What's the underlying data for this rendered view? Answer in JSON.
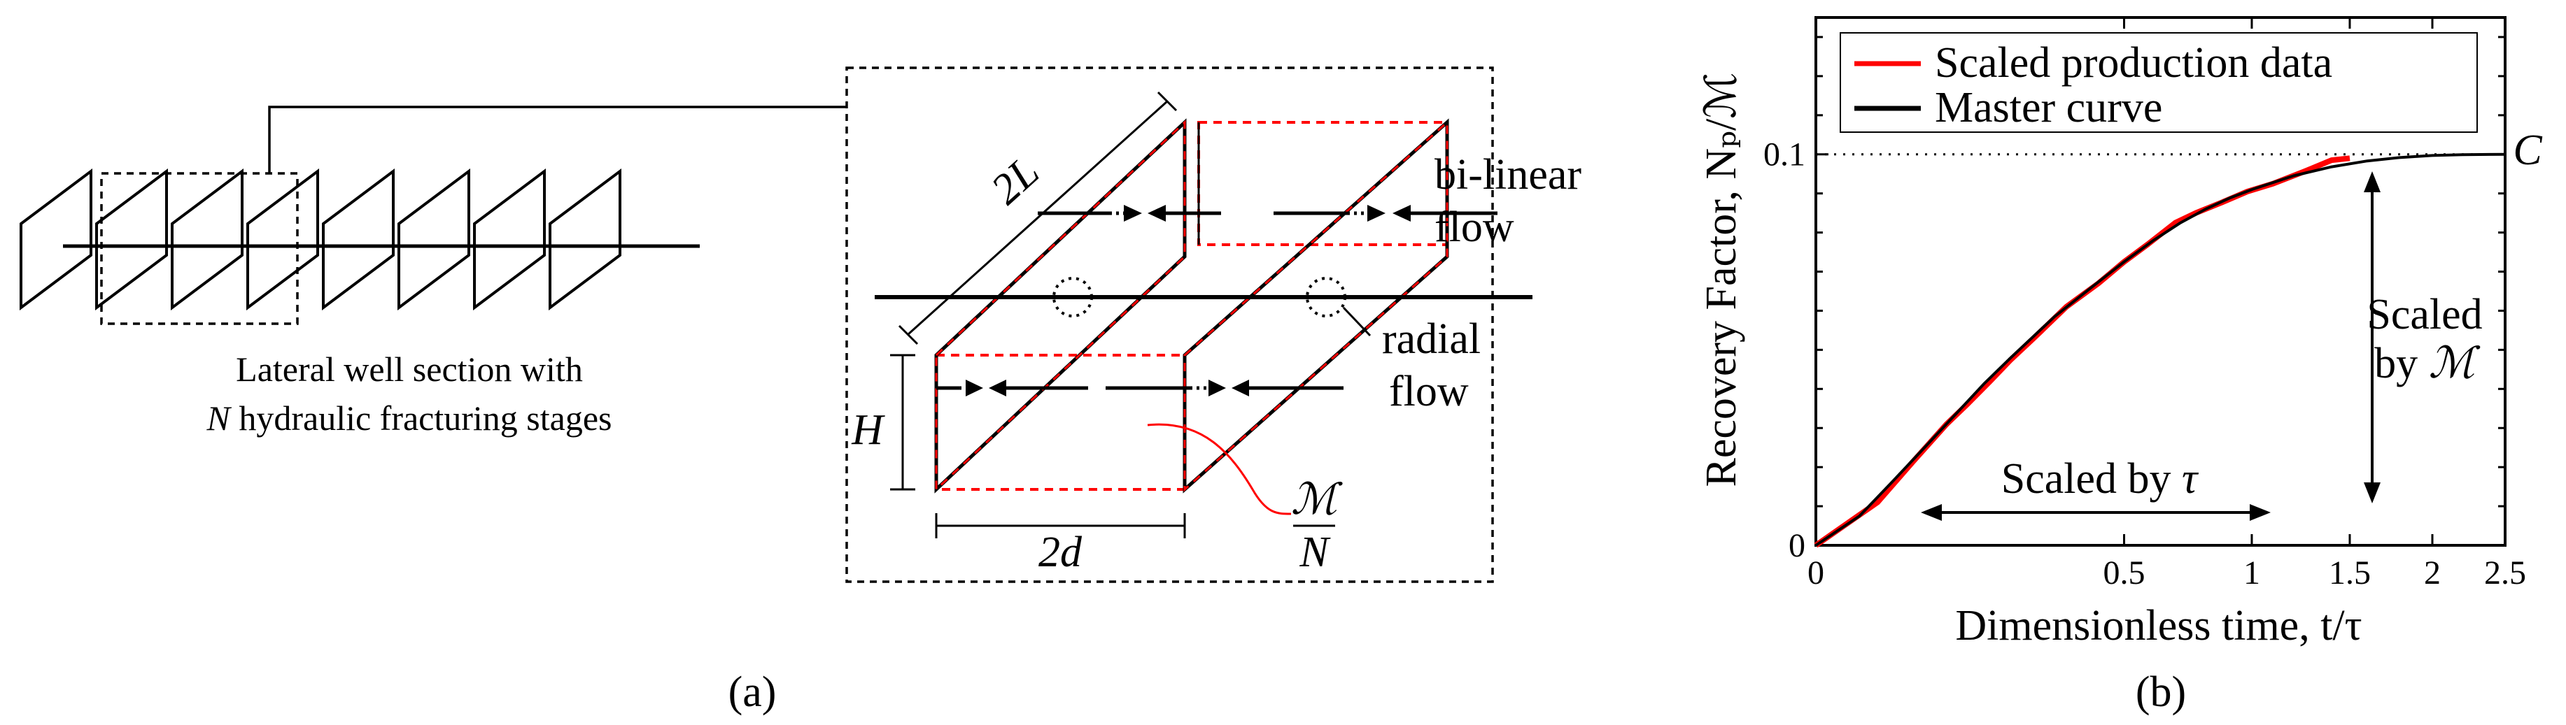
{
  "panel_a": {
    "caption": "(a)",
    "well_caption_line1": "Lateral well section with",
    "well_caption_line2_var": "N",
    "well_caption_line2_rest": " hydraulic fracturing stages",
    "label_2L": "2L",
    "label_H": "H",
    "label_2d": "2d",
    "label_M": "ℳ",
    "label_N": "N",
    "label_bilinear_1": "bi-linear",
    "label_bilinear_2": "flow",
    "label_radial_1": "radial",
    "label_radial_2": "flow",
    "fracture_count": 8,
    "colors": {
      "line": "#000000",
      "dashed_red": "#ff0000"
    }
  },
  "panel_b": {
    "caption": "(b)",
    "legend": {
      "entries": [
        {
          "label": "Scaled production data",
          "color": "#ff0000"
        },
        {
          "label": "Master curve",
          "color": "#000000"
        }
      ]
    },
    "label_C": "C",
    "scaled_tau_text": "Scaled by ",
    "scaled_tau_symbol": "τ",
    "scaled_M_line1": "Scaled",
    "scaled_M_line2": "by ",
    "scaled_M_symbol": "ℳ"
  },
  "chart_data": {
    "type": "line",
    "xlabel": "Dimensionless time,  t/τ",
    "ylabel": "Recovery Factor,  Nₚ/ℳ",
    "x_tick_positions": [
      0,
      0.5,
      1,
      1.5,
      2,
      2.5
    ],
    "x_tick_labels": [
      "0",
      "0.5",
      "1",
      "1.5",
      "2",
      "2.5"
    ],
    "y_tick_positions": [
      0,
      0.1
    ],
    "y_tick_labels": [
      "0",
      "0.1"
    ],
    "x_scale": "sqrt",
    "xlim": [
      0,
      2.5
    ],
    "ylim": [
      0,
      0.135
    ],
    "asymptote_y": 0.1,
    "grid": false,
    "legend_position": "top-left",
    "series": [
      {
        "name": "Master curve",
        "color": "#000000",
        "x": [
          0,
          0.01,
          0.03,
          0.06,
          0.1,
          0.15,
          0.2,
          0.3,
          0.4,
          0.5,
          0.6,
          0.7,
          0.8,
          0.9,
          1.0,
          1.2,
          1.4,
          1.6,
          1.8,
          2.0,
          2.2,
          2.5
        ],
        "y": [
          0,
          0.0075,
          0.016,
          0.0245,
          0.033,
          0.0415,
          0.048,
          0.0585,
          0.066,
          0.0725,
          0.078,
          0.0825,
          0.086,
          0.0888,
          0.091,
          0.0945,
          0.0968,
          0.0983,
          0.0992,
          0.0997,
          0.0999,
          0.1
        ]
      },
      {
        "name": "Scaled production data",
        "color": "#ff0000",
        "x": [
          0,
          0.02,
          0.05,
          0.09,
          0.12,
          0.16,
          0.2,
          0.25,
          0.33,
          0.42,
          0.5,
          0.58,
          0.68,
          0.76,
          0.86,
          0.98,
          1.1,
          1.25,
          1.4,
          1.5
        ],
        "y": [
          0,
          0.011,
          0.0215,
          0.031,
          0.036,
          0.042,
          0.0475,
          0.053,
          0.061,
          0.067,
          0.0725,
          0.077,
          0.0825,
          0.085,
          0.0875,
          0.0905,
          0.0925,
          0.0955,
          0.0985,
          0.099
        ]
      }
    ]
  }
}
